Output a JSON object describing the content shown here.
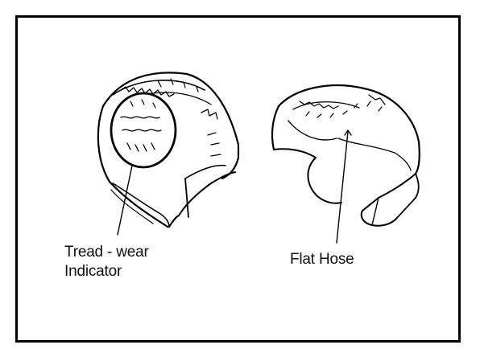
{
  "figure": {
    "labels": {
      "tread_line1": "Tread - wear",
      "tread_line2": "Indicator",
      "flat_hose": "Flat Hose"
    }
  }
}
